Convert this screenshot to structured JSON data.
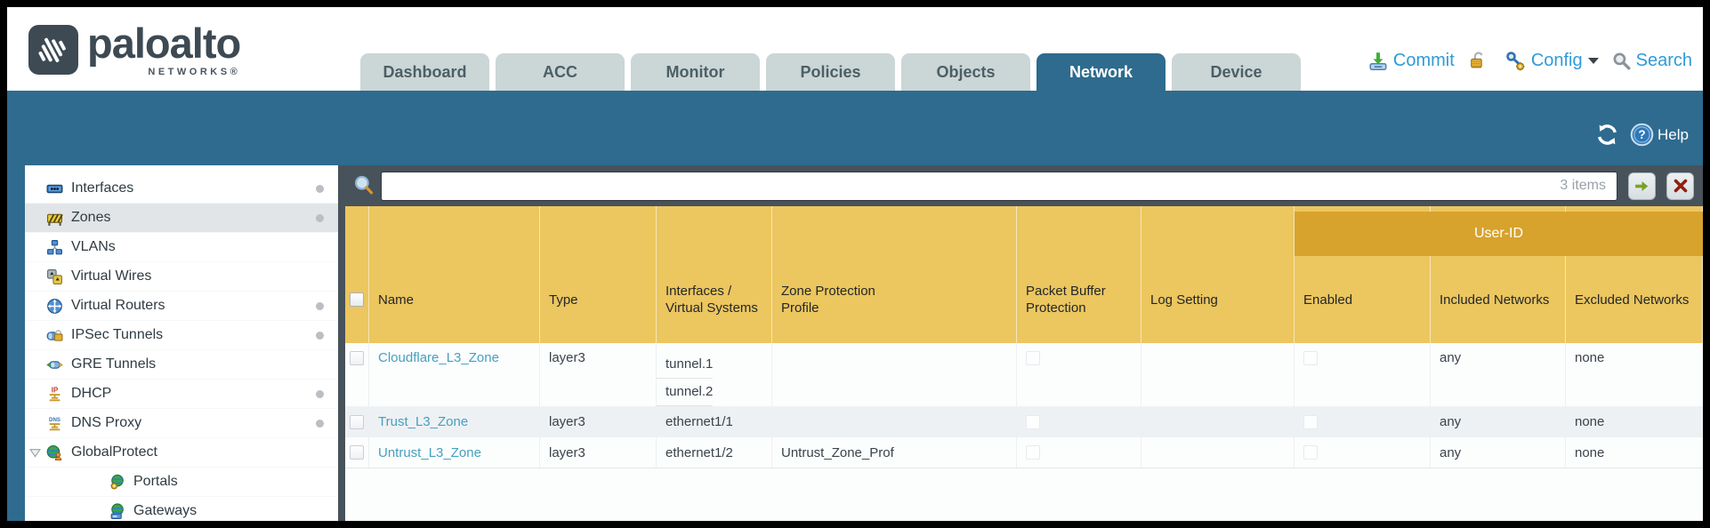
{
  "brand": {
    "wordmark": "paloalto",
    "networks": "NETWORKS®"
  },
  "nav": {
    "tabs": [
      {
        "label": "Dashboard",
        "active": false
      },
      {
        "label": "ACC",
        "active": false
      },
      {
        "label": "Monitor",
        "active": false
      },
      {
        "label": "Policies",
        "active": false
      },
      {
        "label": "Objects",
        "active": false
      },
      {
        "label": "Network",
        "active": true
      },
      {
        "label": "Device",
        "active": false
      }
    ],
    "actions": {
      "commit": "Commit",
      "config": "Config",
      "search": "Search"
    }
  },
  "toolbar": {
    "help": "Help"
  },
  "sidebar": {
    "items": [
      {
        "label": "Interfaces",
        "icon": "interfaces-icon",
        "dot": true
      },
      {
        "label": "Zones",
        "icon": "zones-icon",
        "dot": true,
        "selected": true
      },
      {
        "label": "VLANs",
        "icon": "vlans-icon",
        "dot": false
      },
      {
        "label": "Virtual Wires",
        "icon": "virtual-wires-icon",
        "dot": false
      },
      {
        "label": "Virtual Routers",
        "icon": "virtual-routers-icon",
        "dot": true
      },
      {
        "label": "IPSec Tunnels",
        "icon": "ipsec-tunnels-icon",
        "dot": true
      },
      {
        "label": "GRE Tunnels",
        "icon": "gre-tunnels-icon",
        "dot": false
      },
      {
        "label": "DHCP",
        "icon": "dhcp-icon",
        "dot": true
      },
      {
        "label": "DNS Proxy",
        "icon": "dns-proxy-icon",
        "dot": true
      },
      {
        "label": "GlobalProtect",
        "icon": "globalprotect-icon",
        "dot": false,
        "expanded": true
      },
      {
        "label": "Portals",
        "icon": "portals-icon",
        "child": true
      },
      {
        "label": "Gateways",
        "icon": "gateways-icon",
        "child": true
      }
    ]
  },
  "filter": {
    "items_label": "3 items"
  },
  "table": {
    "group_header": "User-ID",
    "columns": [
      "Name",
      "Type",
      "Interfaces / Virtual Systems",
      "Zone Protection Profile",
      "Packet Buffer Protection",
      "Log Setting",
      "Enabled",
      "Included Networks",
      "Excluded Networks"
    ],
    "rows": [
      {
        "name": "Cloudflare_L3_Zone",
        "type": "layer3",
        "interfaces": [
          "tunnel.1",
          "tunnel.2"
        ],
        "zone_protection_profile": "",
        "log_setting": "",
        "included_networks": "any",
        "excluded_networks": "none"
      },
      {
        "name": "Trust_L3_Zone",
        "type": "layer3",
        "interfaces": [
          "ethernet1/1"
        ],
        "zone_protection_profile": "",
        "log_setting": "",
        "included_networks": "any",
        "excluded_networks": "none"
      },
      {
        "name": "Untrust_L3_Zone",
        "type": "layer3",
        "interfaces": [
          "ethernet1/2"
        ],
        "zone_protection_profile": "Untrust_Zone_Prof",
        "log_setting": "",
        "included_networks": "any",
        "excluded_networks": "none"
      }
    ]
  },
  "colors": {
    "teal": "#2e6b8e",
    "header_orange": "#ecc65e",
    "userid_gold": "#d7a32d",
    "link_blue": "#45a0bf",
    "action_blue": "#2f9bd7",
    "slate": "#47525a"
  }
}
